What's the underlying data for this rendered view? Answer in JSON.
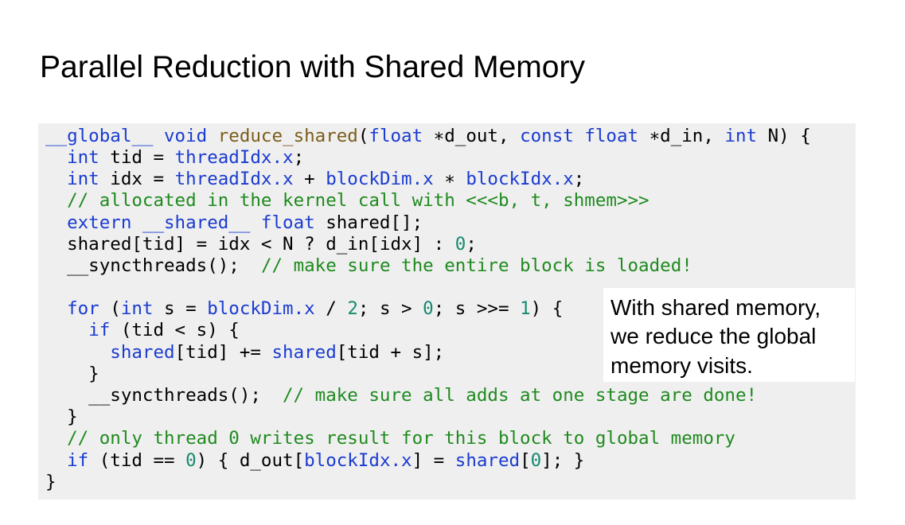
{
  "slide": {
    "title": "Parallel Reduction with Shared Memory"
  },
  "code": {
    "l1": {
      "p1": "__global__ void",
      "p2": " ",
      "p3": "reduce_shared",
      "p4": "(",
      "p5": "float",
      "p6": " ∗d_out, ",
      "p7": "const float",
      "p8": " ∗d_in, ",
      "p9": "int",
      "p10": " N) {"
    },
    "l2": {
      "p1": "  ",
      "p2": "int",
      "p3": " tid = ",
      "p4": "threadIdx.x",
      "p5": ";"
    },
    "l3": {
      "p1": "  ",
      "p2": "int",
      "p3": " idx = ",
      "p4": "threadIdx.x",
      "p5": " + ",
      "p6": "blockDim.x",
      "p7": " ∗ ",
      "p8": "blockIdx.x",
      "p9": ";"
    },
    "l4": {
      "p1": "  ",
      "p2": "// allocated in the kernel call with <<<b, t, shmem>>>"
    },
    "l5": {
      "p1": "  ",
      "p2": "extern __shared__ float",
      "p3": " shared[];"
    },
    "l6": {
      "p1": "  shared[tid] = idx < N ? d_in[idx] : ",
      "p2": "0",
      "p3": ";"
    },
    "l7": {
      "p1": "  __syncthreads();  ",
      "p2": "// make sure the entire block is loaded!"
    },
    "l9": {
      "p1": "  ",
      "p2": "for",
      "p3": " (",
      "p4": "int",
      "p5": " s = ",
      "p6": "blockDim.x",
      "p7": " / ",
      "p8": "2",
      "p9": "; s > ",
      "p10": "0",
      "p11": "; s >>= ",
      "p12": "1",
      "p13": ") {"
    },
    "l10": {
      "p1": "    ",
      "p2": "if",
      "p3": " (tid < s) {"
    },
    "l11": {
      "p1": "      ",
      "p2": "shared",
      "p3": "[tid] += ",
      "p4": "shared",
      "p5": "[tid + s];"
    },
    "l12": {
      "p1": "    }"
    },
    "l13": {
      "p1": "    __syncthreads();  ",
      "p2": "// make sure all adds at one stage are done!"
    },
    "l14": {
      "p1": "  }"
    },
    "l15": {
      "p1": "  ",
      "p2": "// only thread 0 writes result for this block to global memory"
    },
    "l16": {
      "p1": "  ",
      "p2": "if",
      "p3": " (tid == ",
      "p4": "0",
      "p5": ") { d_out[",
      "p6": "blockIdx.x",
      "p7": "] = ",
      "p8": "shared",
      "p9": "[",
      "p10": "0",
      "p11": "]; }"
    },
    "l17": {
      "p1": "}"
    }
  },
  "callout": {
    "line1": "With shared memory,",
    "line2": "we reduce the global",
    "line3": "memory visits."
  },
  "colors": {
    "keyword": "#1a3bd0",
    "function": "#7b5d1a",
    "comment": "#1f8a1f",
    "number": "#168a6f",
    "code_background": "#efefef"
  }
}
